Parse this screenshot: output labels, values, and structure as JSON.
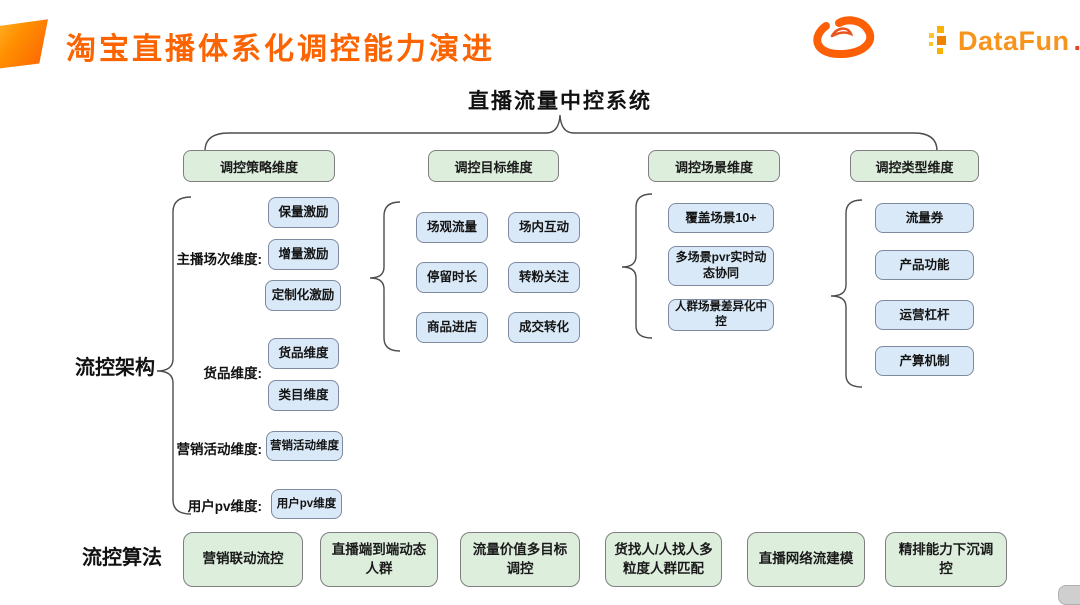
{
  "slide": {
    "title": "淘宝直播体系化调控能力演进",
    "brand": {
      "name": "DataFun",
      "dot": "."
    }
  },
  "diagram": {
    "root": "直播流量中控系统",
    "section_labels": {
      "architecture": "流控架构",
      "algorithms": "流控算法"
    },
    "columns": [
      {
        "header": "调控策略维度",
        "groups": [
          {
            "label": "主播场次维度:",
            "items": [
              "保量激励",
              "增量激励",
              "定制化激励"
            ]
          },
          {
            "label": "货品维度:",
            "items": [
              "货品维度",
              "类目维度"
            ]
          },
          {
            "label": "营销活动维度:",
            "items": [
              "营销活动维度"
            ]
          },
          {
            "label": "用户pv维度:",
            "items": [
              "用户pv维度"
            ]
          }
        ]
      },
      {
        "header": "调控目标维度",
        "items": [
          "场观流量",
          "场内互动",
          "停留时长",
          "转粉关注",
          "商品进店",
          "成交转化"
        ]
      },
      {
        "header": "调控场景维度",
        "items": [
          "覆盖场景10+",
          "多场景pvr实时动态协同",
          "人群场景差异化中控"
        ]
      },
      {
        "header": "调控类型维度",
        "items": [
          "流量券",
          "产品功能",
          "运营杠杆",
          "产算机制"
        ]
      }
    ],
    "algorithms": [
      "营销联动流控",
      "直播端到端动态人群",
      "流量价值多目标调控",
      "货找人/人找人多粒度人群匹配",
      "直播网络流建模",
      "精排能力下沉调控"
    ]
  },
  "colors": {
    "accent": "#fb6400",
    "header_box_fill": "#ddeedd",
    "item_box_fill": "#d9e9f7",
    "box_border": "#7f7f7f",
    "brace": "#4d4d4d"
  }
}
